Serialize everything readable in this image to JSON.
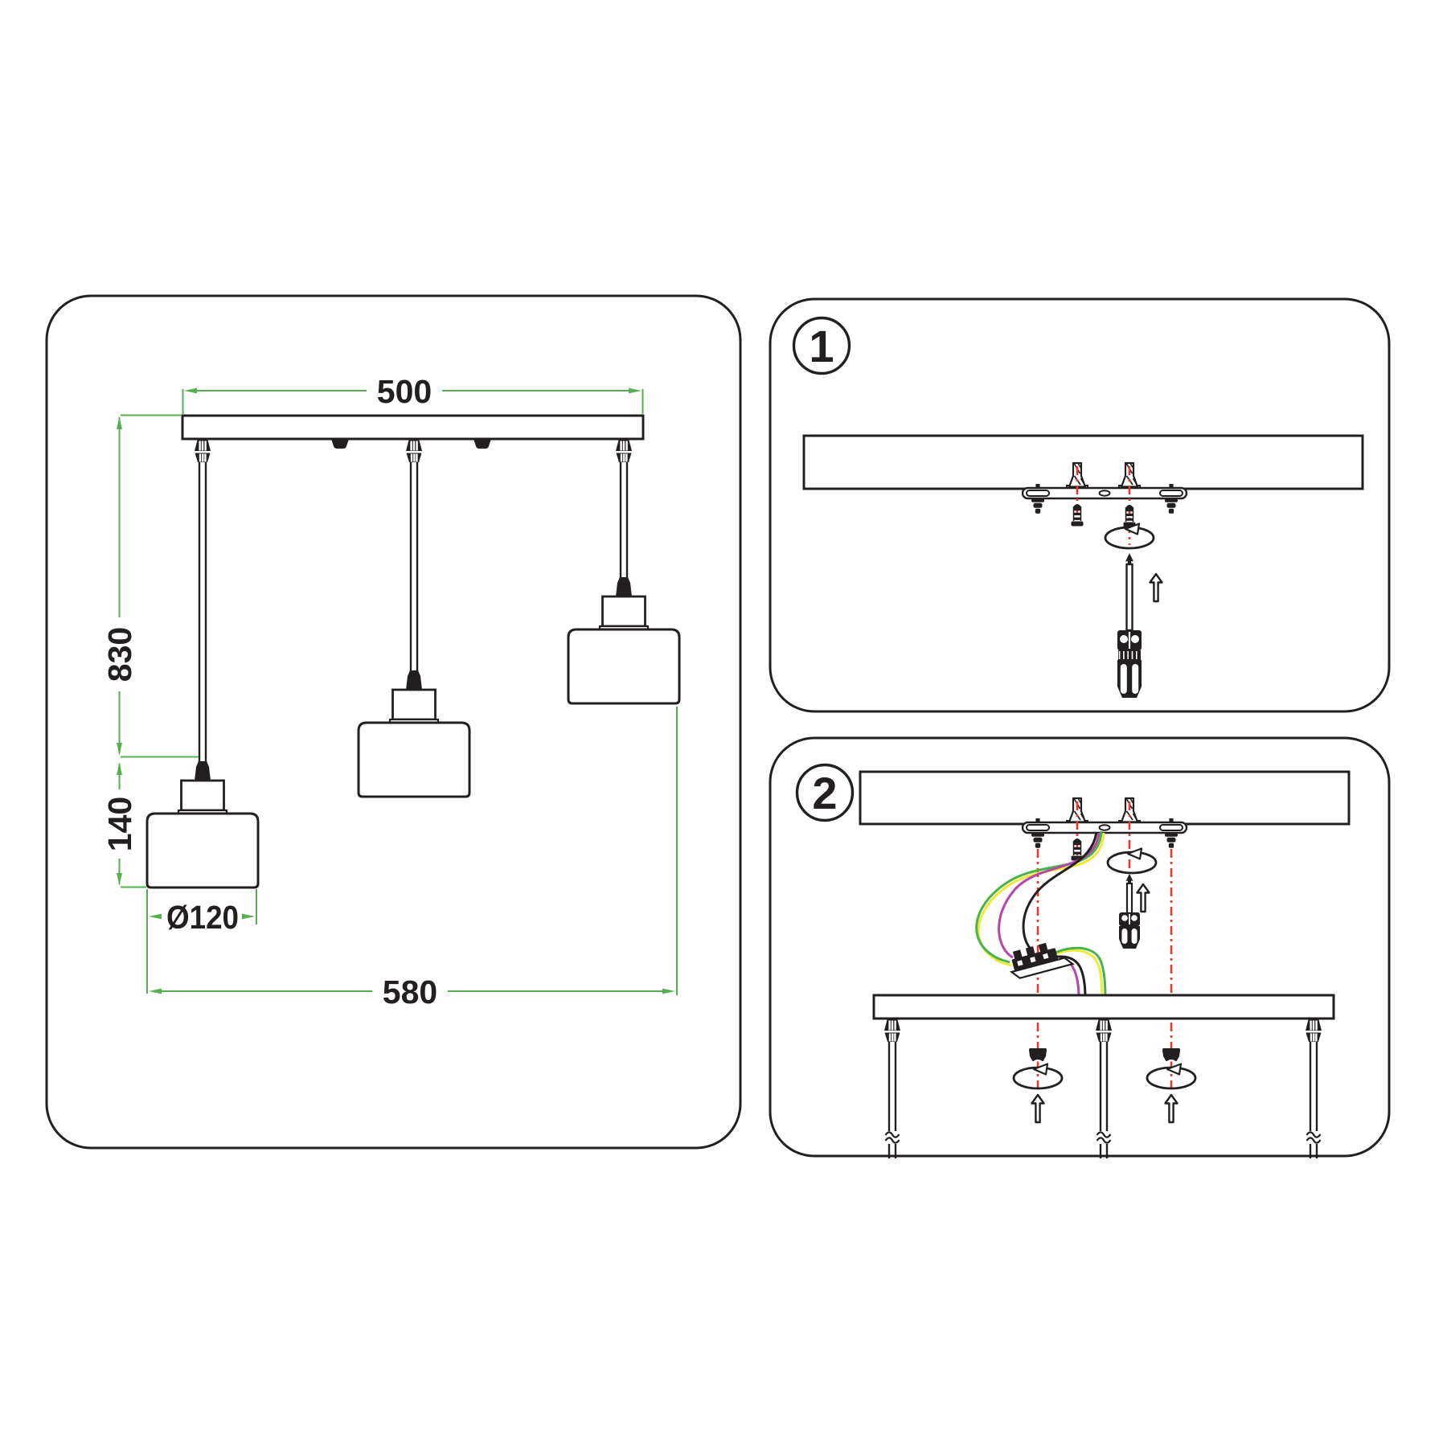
{
  "document": {
    "type": "pendant-light installation diagram",
    "page_background": "#ffffff"
  },
  "dimension_panel": {
    "lamp_count": 3,
    "dimensions": {
      "canopy_width": "500",
      "suspension_drop": "830",
      "lamp_height": "140",
      "shade_diameter": "Ø120",
      "overall_width": "580"
    }
  },
  "installation_steps": [
    {
      "number": "1",
      "icons": [
        "ceiling",
        "mounting-bracket",
        "wall-anchor",
        "screw",
        "screwdriver",
        "rotation-arrow",
        "up-arrow",
        "alignment-line"
      ]
    },
    {
      "number": "2",
      "icons": [
        "ceiling",
        "mounting-bracket",
        "wall-anchor",
        "screw",
        "screwdriver",
        "rotation-arrow",
        "up-arrow",
        "alignment-line",
        "terminal-block",
        "earth-wire",
        "live-wire",
        "neutral-wire",
        "canopy-bar",
        "suspension-cord",
        "cord-break",
        "cap-nut"
      ]
    }
  ],
  "colors": {
    "outline": "#231f20",
    "dimension_green": "#55af4e",
    "alignment_red": "#e53a2a",
    "wire_yellow": "#f0e93a",
    "wire_green": "#47b44b",
    "wire_magenta": "#b544ab",
    "wire_black": "#231f20"
  }
}
